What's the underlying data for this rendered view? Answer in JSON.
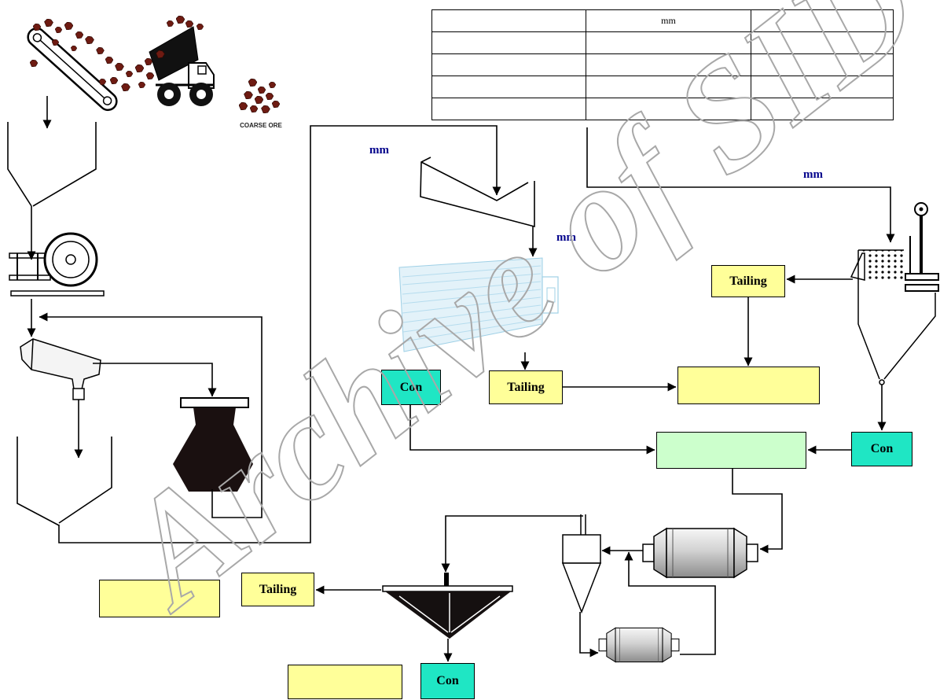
{
  "diagram": {
    "size_table": {
      "rows": [
        [
          "",
          "mm",
          ""
        ],
        [
          "",
          "",
          ""
        ],
        [
          "",
          "",
          ""
        ],
        [
          "",
          "",
          ""
        ],
        [
          "",
          "",
          ""
        ]
      ]
    },
    "coarse_ore_label": "COARSE ORE",
    "size_labels": {
      "vibrating_screen_feed": "mm",
      "flotation_feed": "mm",
      "table_feed": "mm"
    },
    "boxes": {
      "tailing_flotation": "Tailing",
      "tailing_table": "Tailing",
      "tailing_thickener": "Tailing",
      "con_table": "Con",
      "con_flotation": "Con",
      "con_thickener": "Con",
      "tailing_dump_upper": "",
      "combined_concentrate": "",
      "tailing_dump_lower": "",
      "final_concentrate": ""
    },
    "watermark": "Archive of SID"
  },
  "colors": {
    "tailing": "#ffff99",
    "concentrate": "#1fe6c4",
    "combined": "#ccffcc",
    "size_label": "#00008b",
    "ore": "#6e1b12",
    "watermark": "#a8a8a8"
  },
  "equipment_icons": [
    "conveyor-icon",
    "dump-truck-icon",
    "coarse-ore-icon",
    "hopper-icon",
    "jaw-crusher-icon",
    "feeder-screen-icon",
    "cone-crusher-icon",
    "bin-icon",
    "vibrating-screen-icon",
    "shaking-table-icon",
    "flotation-cell-icon",
    "ball-mill-icon",
    "hydrocyclone-icon",
    "thickener-icon"
  ]
}
